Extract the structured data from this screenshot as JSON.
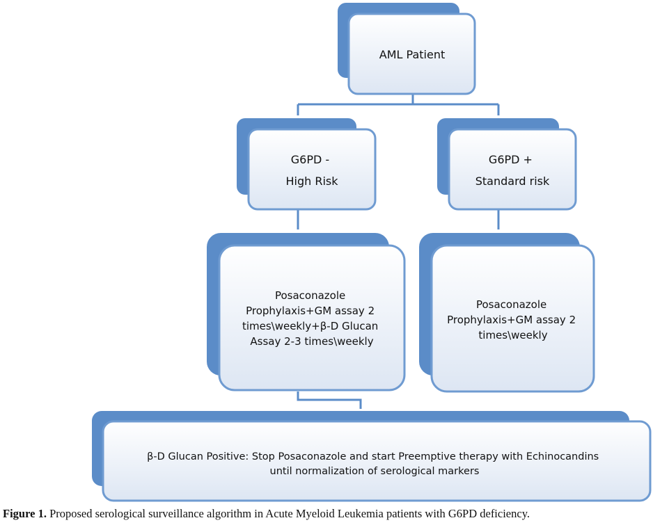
{
  "nodes": {
    "aml": {
      "lines": [
        "AML Patient"
      ]
    },
    "g6pd_neg": {
      "lines": [
        "G6PD -",
        "High Risk"
      ]
    },
    "g6pd_pos": {
      "lines": [
        "G6PD +",
        "Standard risk"
      ]
    },
    "high_risk_protocol": {
      "lines": [
        "Posaconazole",
        "Prophylaxis+GM assay 2",
        "times\\weekly+β-D Glucan",
        "Assay 2-3 times\\weekly"
      ]
    },
    "standard_protocol": {
      "lines": [
        "Posaconazole",
        "Prophylaxis+GM assay 2",
        "times\\weekly"
      ]
    },
    "glucan_positive": {
      "lines": [
        "β-D Glucan Positive:  Stop Posaconazole and start Preemptive therapy with Echinocandins",
        "until normalization of serological markers"
      ]
    }
  },
  "caption": {
    "label": "Figure 1.",
    "text": " Proposed serological surveillance algorithm in Acute Myeloid Leukemia patients with G6PD deficiency."
  },
  "colors": {
    "shadow": "#5b8cc8",
    "border": "#6f9bd1",
    "fill_top": "#ffffff",
    "fill_bottom": "#dde6f3",
    "connector": "#5b8cc8",
    "text": "#111111"
  }
}
